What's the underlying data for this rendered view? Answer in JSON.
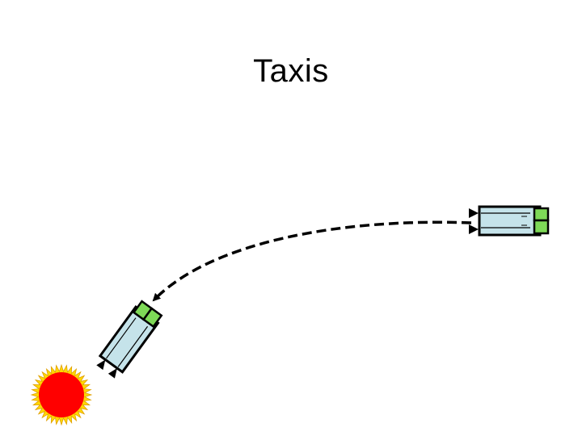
{
  "slide": {
    "title": "Taxis"
  },
  "colors": {
    "background": "#ffffff",
    "cell_body": "#c5e3ea",
    "cell_cap": "#7ed957",
    "outline": "#000000",
    "light_core": "#ff0000",
    "light_rays": "#ffd700",
    "path": "#000000"
  },
  "icons": {
    "cell_start": "bacterium-cell",
    "cell_end": "bacterium-cell",
    "stimulus": "light-source",
    "path": "curved-dashed-arrow"
  }
}
